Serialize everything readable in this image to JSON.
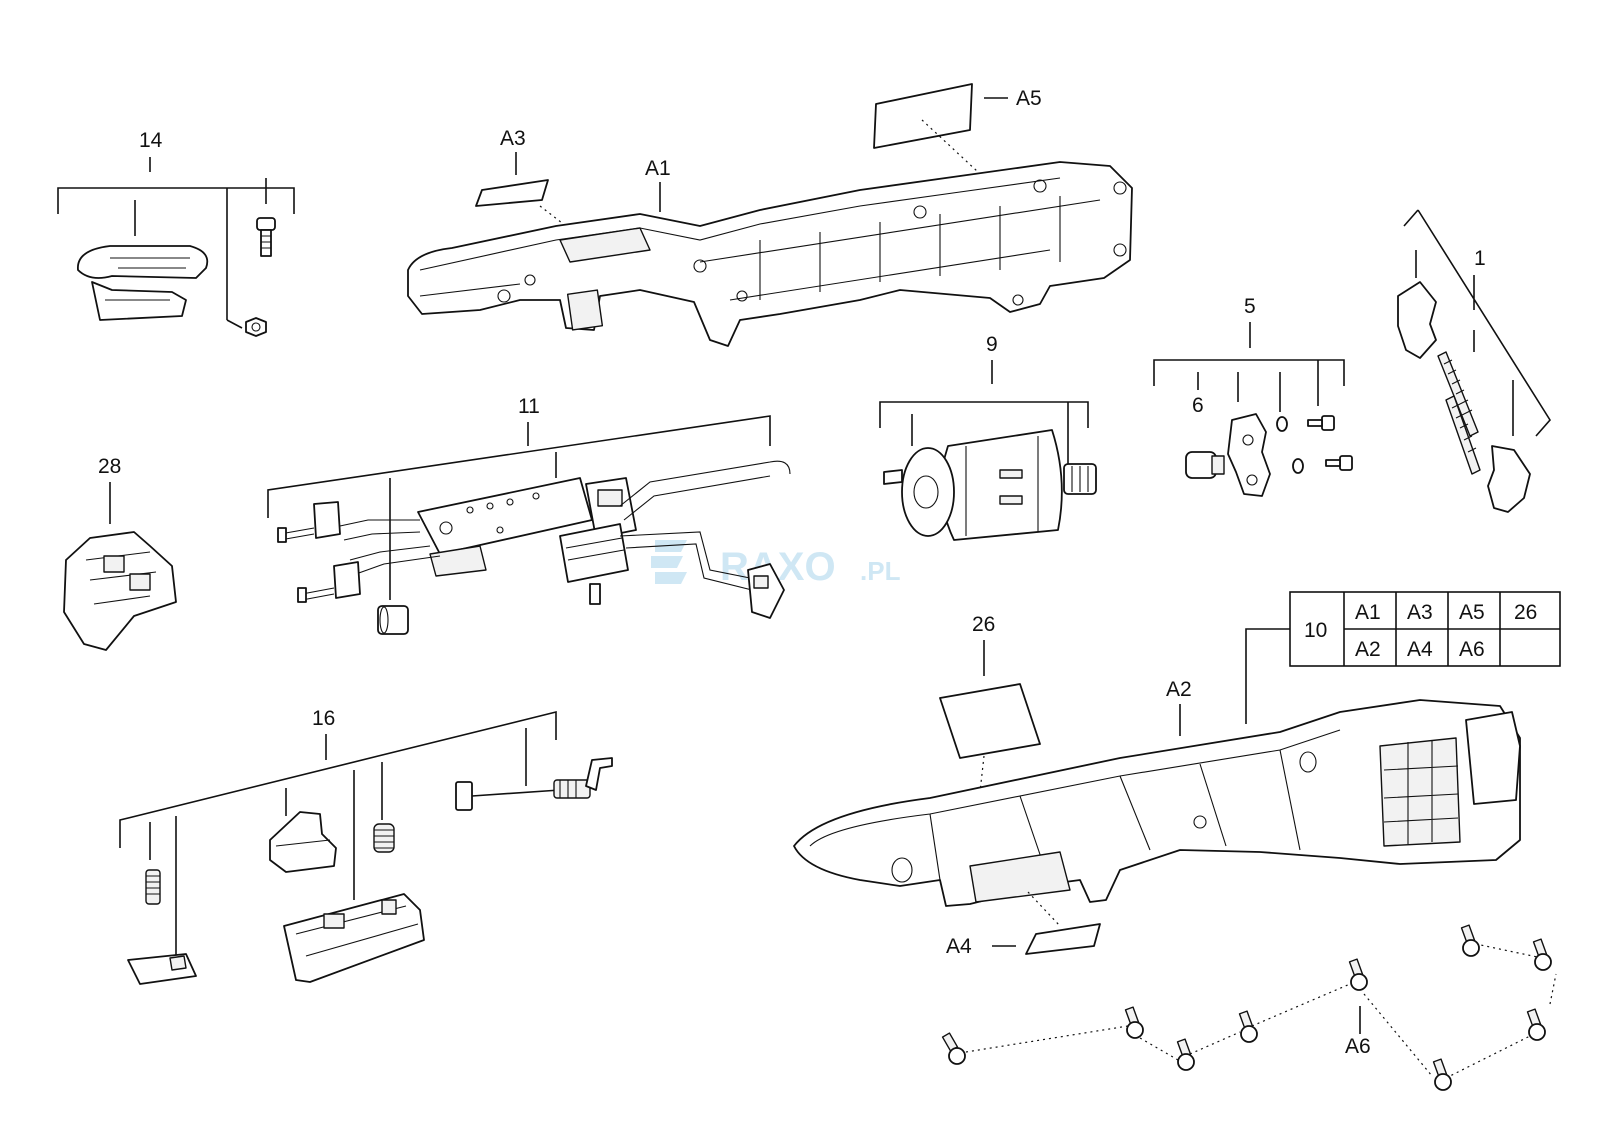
{
  "labels": {
    "p14": "14",
    "a3": "A3",
    "a1": "A1",
    "a5": "A5",
    "p1": "1",
    "p5": "5",
    "p6": "6",
    "p9": "9",
    "p11": "11",
    "p28": "28",
    "p26": "26",
    "a2": "A2",
    "p16": "16",
    "a4": "A4",
    "a6": "A6"
  },
  "table": {
    "group": "10",
    "row1": [
      "A1",
      "A3",
      "A5",
      "26"
    ],
    "row2": [
      "A2",
      "A4",
      "A6",
      ""
    ]
  },
  "watermark": {
    "brand": "RAXO",
    "suffix": ".PL",
    "color": "#cfe7f4"
  }
}
